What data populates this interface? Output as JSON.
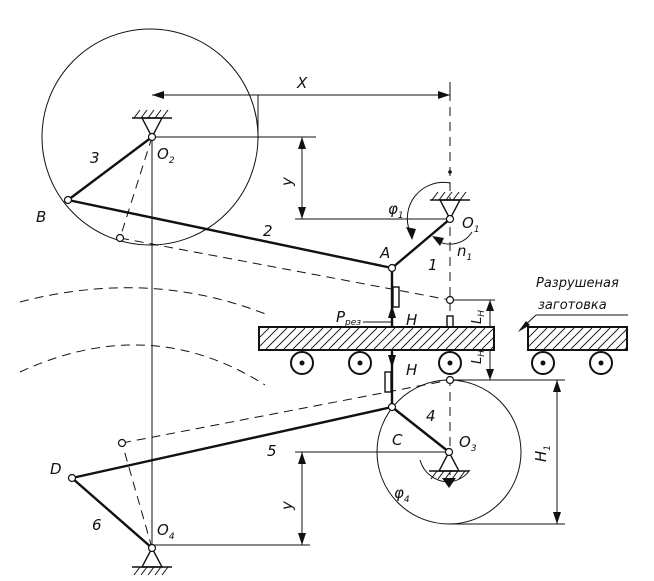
{
  "labels": {
    "X": "X",
    "y_top": "y",
    "y_bottom": "y",
    "B": "B",
    "D": "D",
    "A": "A",
    "C": "C",
    "O2": "O",
    "O2_sub": "2",
    "O1": "O",
    "O1_sub": "1",
    "O3": "O",
    "O3_sub": "3",
    "O4": "O",
    "O4_sub": "4",
    "link1": "1",
    "link2": "2",
    "link3": "3",
    "link4": "4",
    "link5": "5",
    "link6": "6",
    "phi1": "φ",
    "phi1_sub": "1",
    "phi4": "φ",
    "phi4_sub": "4",
    "n1": "n",
    "n1_sub": "1",
    "H_top": "H",
    "H_bottom": "H",
    "P": "P",
    "P_sub": "рез",
    "LH_top": "L",
    "LH_top_sub": "H",
    "LH_bottom": "L",
    "LH_bottom_sub": "H",
    "H1": "H",
    "H1_sub": "1",
    "caption_line1": "Разрушеная",
    "caption_line2": "заготовка"
  }
}
